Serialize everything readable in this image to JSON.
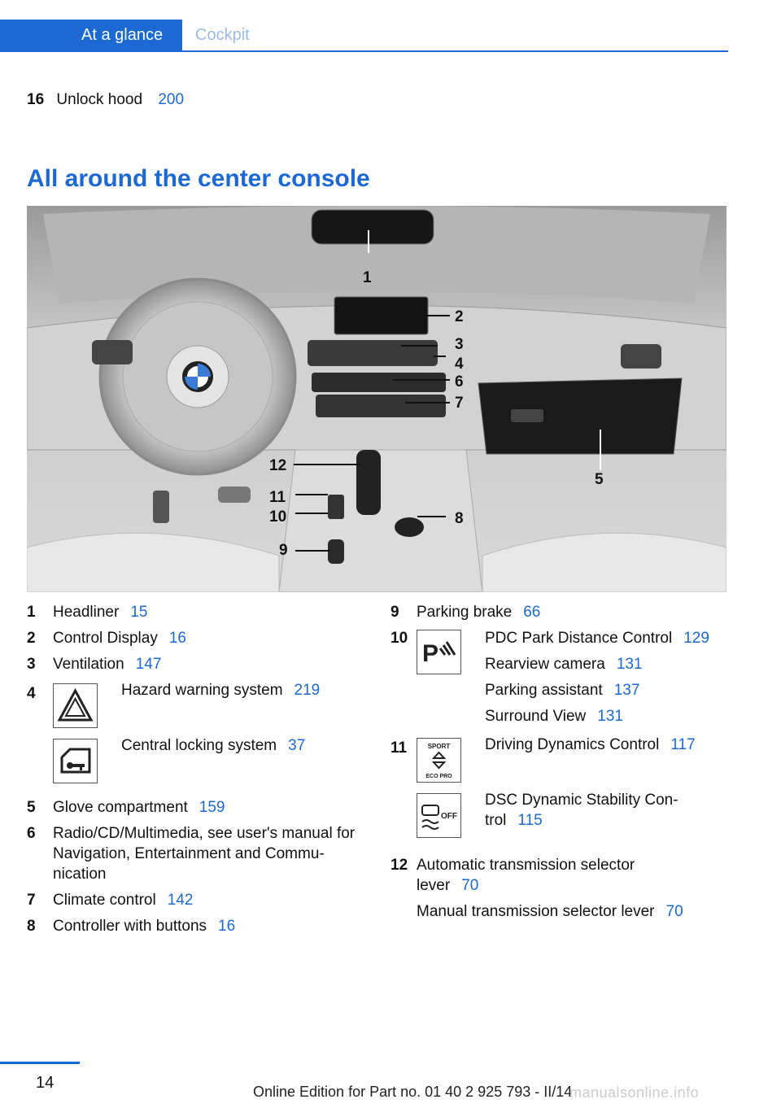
{
  "header": {
    "tab_active": "At a glance",
    "tab_inactive": "Cockpit",
    "accent_color": "#1c69d4"
  },
  "top_item": {
    "num": "16",
    "label": "Unlock hood",
    "page": "200"
  },
  "section_title": "All around the center console",
  "figure_callouts": [
    "1",
    "2",
    "3",
    "4",
    "6",
    "7",
    "5",
    "12",
    "11",
    "10",
    "8",
    "9"
  ],
  "left_items": [
    {
      "num": "1",
      "label": "Headliner",
      "page": "15"
    },
    {
      "num": "2",
      "label": "Control Display",
      "page": "16"
    },
    {
      "num": "3",
      "label": "Ventilation",
      "page": "147"
    },
    {
      "num": "4",
      "sub": [
        {
          "icon": "hazard-warning-icon",
          "label": "Hazard warning system",
          "page": "219"
        },
        {
          "icon": "door-key-icon",
          "label": "Central locking system",
          "page": "37"
        }
      ]
    },
    {
      "num": "5",
      "label": "Glove compartment",
      "page": "159"
    },
    {
      "num": "6",
      "label": "Radio/CD/Multimedia, see user's manual for Navigation, Entertainment and Commu‐nication"
    },
    {
      "num": "7",
      "label": "Climate control",
      "page": "142"
    },
    {
      "num": "8",
      "label": "Controller with buttons",
      "page": "16"
    }
  ],
  "right_items": {
    "i9": {
      "num": "9",
      "label": "Parking brake",
      "page": "66"
    },
    "i10": {
      "num": "10",
      "icon": "pdc-icon",
      "lines": [
        {
          "label": "PDC Park Distance Control",
          "page": "129"
        },
        {
          "label": "Rearview camera",
          "page": "131"
        },
        {
          "label": "Parking assistant",
          "page": "137"
        },
        {
          "label": "Surround View",
          "page": "131"
        }
      ]
    },
    "i11": {
      "num": "11",
      "sub": [
        {
          "icon": "sport-eco-pro-icon",
          "label": "Driving Dynamics Control",
          "page": "117"
        },
        {
          "icon": "dsc-off-icon",
          "label": "DSC Dynamic Stability Con‐trol",
          "page": "115"
        }
      ]
    },
    "i12": {
      "num": "12",
      "label": "Automatic transmission selector lever",
      "page": "70",
      "label2": "Manual transmission selector lever",
      "page2": "70"
    }
  },
  "icon_text": {
    "sport": "SPORT",
    "eco": "ECO PRO",
    "off": "OFF"
  },
  "footer": {
    "page_number": "14",
    "edition": "Online Edition for Part no. 01 40 2 925 793 - II/14",
    "watermark": "manualsonline.info"
  }
}
